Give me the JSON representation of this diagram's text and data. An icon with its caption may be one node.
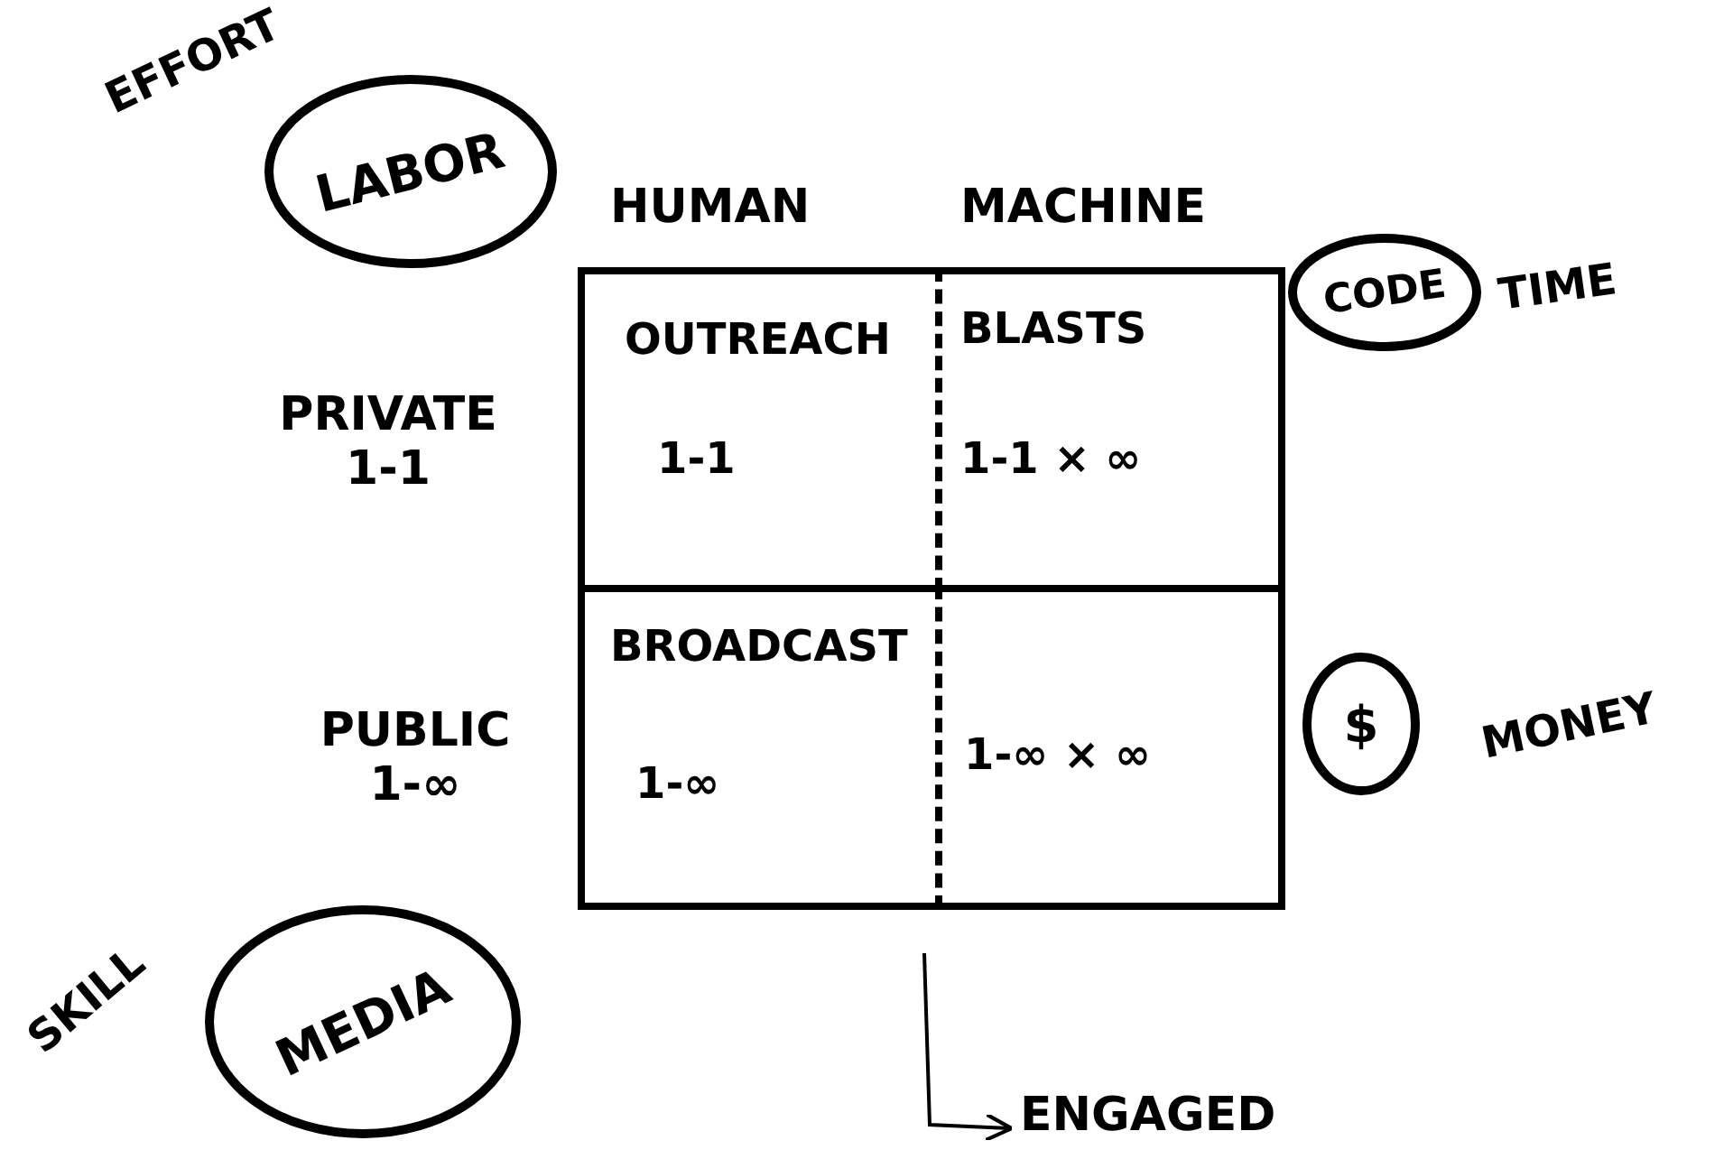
{
  "diagram": {
    "nodes": [
      {
        "text": [
          "LABOR"
        ],
        "beside": [
          "EFFORT"
        ]
      },
      {
        "text": [
          "CODE"
        ],
        "beside": [
          "TIME"
        ]
      },
      {
        "text": [
          "OUTREACH",
          "1-1"
        ]
      },
      {
        "text": [
          "BLASTS",
          "1-1 × ∞"
        ]
      },
      {
        "text": [
          "BROADCAST",
          "1-∞"
        ]
      },
      {
        "text": [
          "1-∞ × ∞"
        ]
      },
      {
        "text": [
          "$"
        ],
        "beside": [
          "MONEY"
        ]
      },
      {
        "text": [
          "MEDIA"
        ],
        "beside": [
          "SKILL"
        ]
      },
      {
        "text": [
          "ENGAGED"
        ]
      }
    ],
    "edges": [
      {
        "from": null,
        "to": 8,
        "arrow": "to"
      }
    ],
    "labels": [
      "HUMAN",
      "MACHINE",
      "PRIVATE 1-1",
      "PUBLIC 1-∞"
    ]
  }
}
